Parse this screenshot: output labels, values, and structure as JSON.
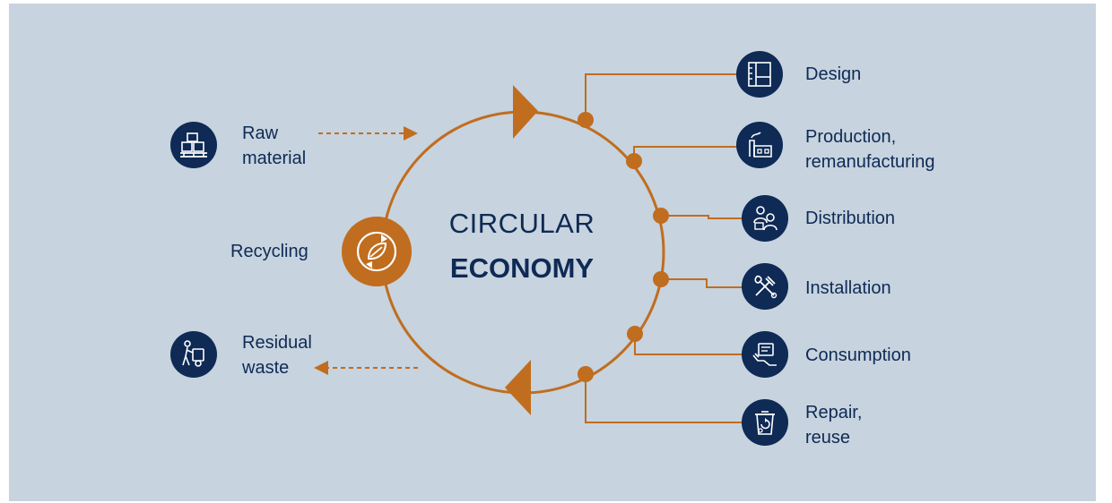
{
  "title": {
    "line1": "CIRCULAR",
    "line2": "ECONOMY"
  },
  "colors": {
    "background": "#c7d3de",
    "navy": "#0e2a55",
    "orange": "#c06d1f"
  },
  "stages": [
    {
      "label_lines": [
        "Design"
      ],
      "icon": "design-icon"
    },
    {
      "label_lines": [
        "Production,",
        "remanufacturing"
      ],
      "icon": "factory-icon"
    },
    {
      "label_lines": [
        "Distribution"
      ],
      "icon": "delivery-person-icon"
    },
    {
      "label_lines": [
        "Installation"
      ],
      "icon": "tools-icon"
    },
    {
      "label_lines": [
        "Consumption"
      ],
      "icon": "hand-card-icon"
    },
    {
      "label_lines": [
        "Repair,",
        "reuse"
      ],
      "icon": "bin-repair-icon"
    }
  ],
  "inputs": {
    "raw_material": [
      "Raw",
      "material"
    ],
    "icon": "boxes-pallet-icon"
  },
  "outputs": {
    "residual_waste": [
      "Residual",
      "waste"
    ],
    "icon": "waste-cart-icon"
  },
  "recycling": {
    "label": "Recycling",
    "icon": "recycling-leaf-icon"
  }
}
